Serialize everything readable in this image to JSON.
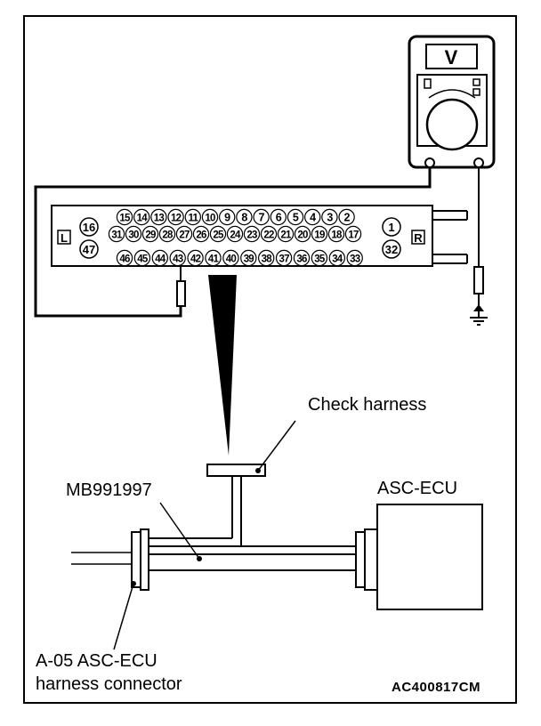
{
  "meter": {
    "symbol": "V"
  },
  "connector": {
    "left_marker": "L",
    "right_marker": "R",
    "row1": [
      "15",
      "14",
      "13",
      "12",
      "11",
      "10",
      "9",
      "8",
      "7",
      "6",
      "5",
      "4",
      "3",
      "2"
    ],
    "row2": [
      "31",
      "30",
      "29",
      "28",
      "27",
      "26",
      "25",
      "24",
      "23",
      "22",
      "21",
      "20",
      "19",
      "18",
      "17"
    ],
    "row3": [
      "46",
      "45",
      "44",
      "43",
      "42",
      "41",
      "40",
      "39",
      "38",
      "37",
      "36",
      "35",
      "34",
      "33"
    ],
    "pin_16": "16",
    "pin_47": "47",
    "pin_1": "1",
    "pin_32": "32"
  },
  "labels": {
    "check_harness": "Check harness",
    "special_tool": "MB991997",
    "ecu": "ASC-ECU",
    "harness_connector_line1": "A-05 ASC-ECU",
    "harness_connector_line2": "harness connector",
    "figure_code": "AC400817CM"
  },
  "colors": {
    "ink": "#000000",
    "paper": "#ffffff"
  }
}
